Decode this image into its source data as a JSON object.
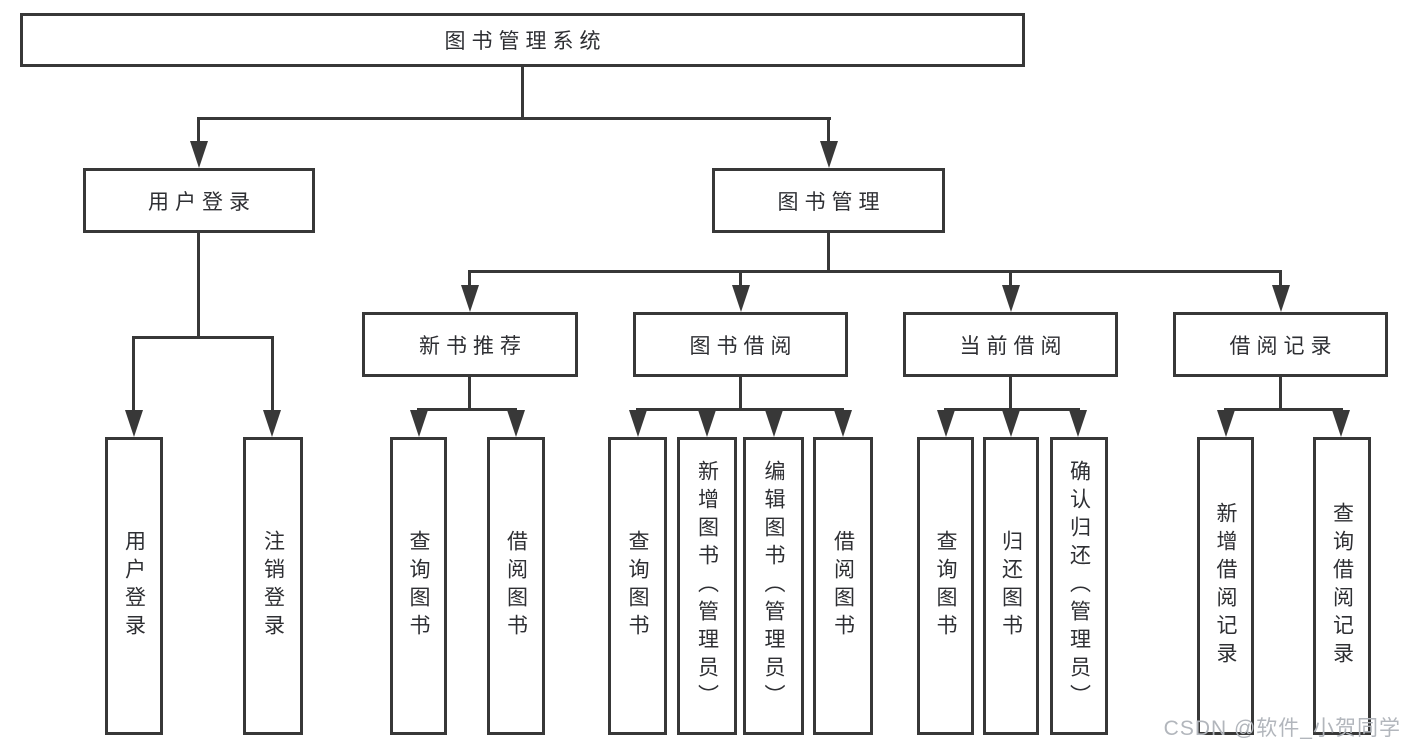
{
  "diagram": {
    "title": "图书管理系统",
    "branches": [
      {
        "label": "用户登录",
        "children": [
          {
            "label": "用户登录"
          },
          {
            "label": "注销登录"
          }
        ]
      },
      {
        "label": "图书管理",
        "children": [
          {
            "label": "新书推荐",
            "children": [
              {
                "label": "查询图书"
              },
              {
                "label": "借阅图书"
              }
            ]
          },
          {
            "label": "图书借阅",
            "children": [
              {
                "label": "查询图书"
              },
              {
                "label": "新增图书（管理员）"
              },
              {
                "label": "编辑图书（管理员）"
              },
              {
                "label": "借阅图书"
              }
            ]
          },
          {
            "label": "当前借阅",
            "children": [
              {
                "label": "查询图书"
              },
              {
                "label": "归还图书"
              },
              {
                "label": "确认归还（管理员）"
              }
            ]
          },
          {
            "label": "借阅记录",
            "children": [
              {
                "label": "新增借阅记录"
              },
              {
                "label": "查询借阅记录"
              }
            ]
          }
        ]
      }
    ]
  },
  "watermark": {
    "text": "CSDN @软件_小贺同学"
  },
  "colors": {
    "line": "#383838",
    "text": "#2e2f33",
    "watermark": "#b2b6bc",
    "background": "#ffffff"
  }
}
